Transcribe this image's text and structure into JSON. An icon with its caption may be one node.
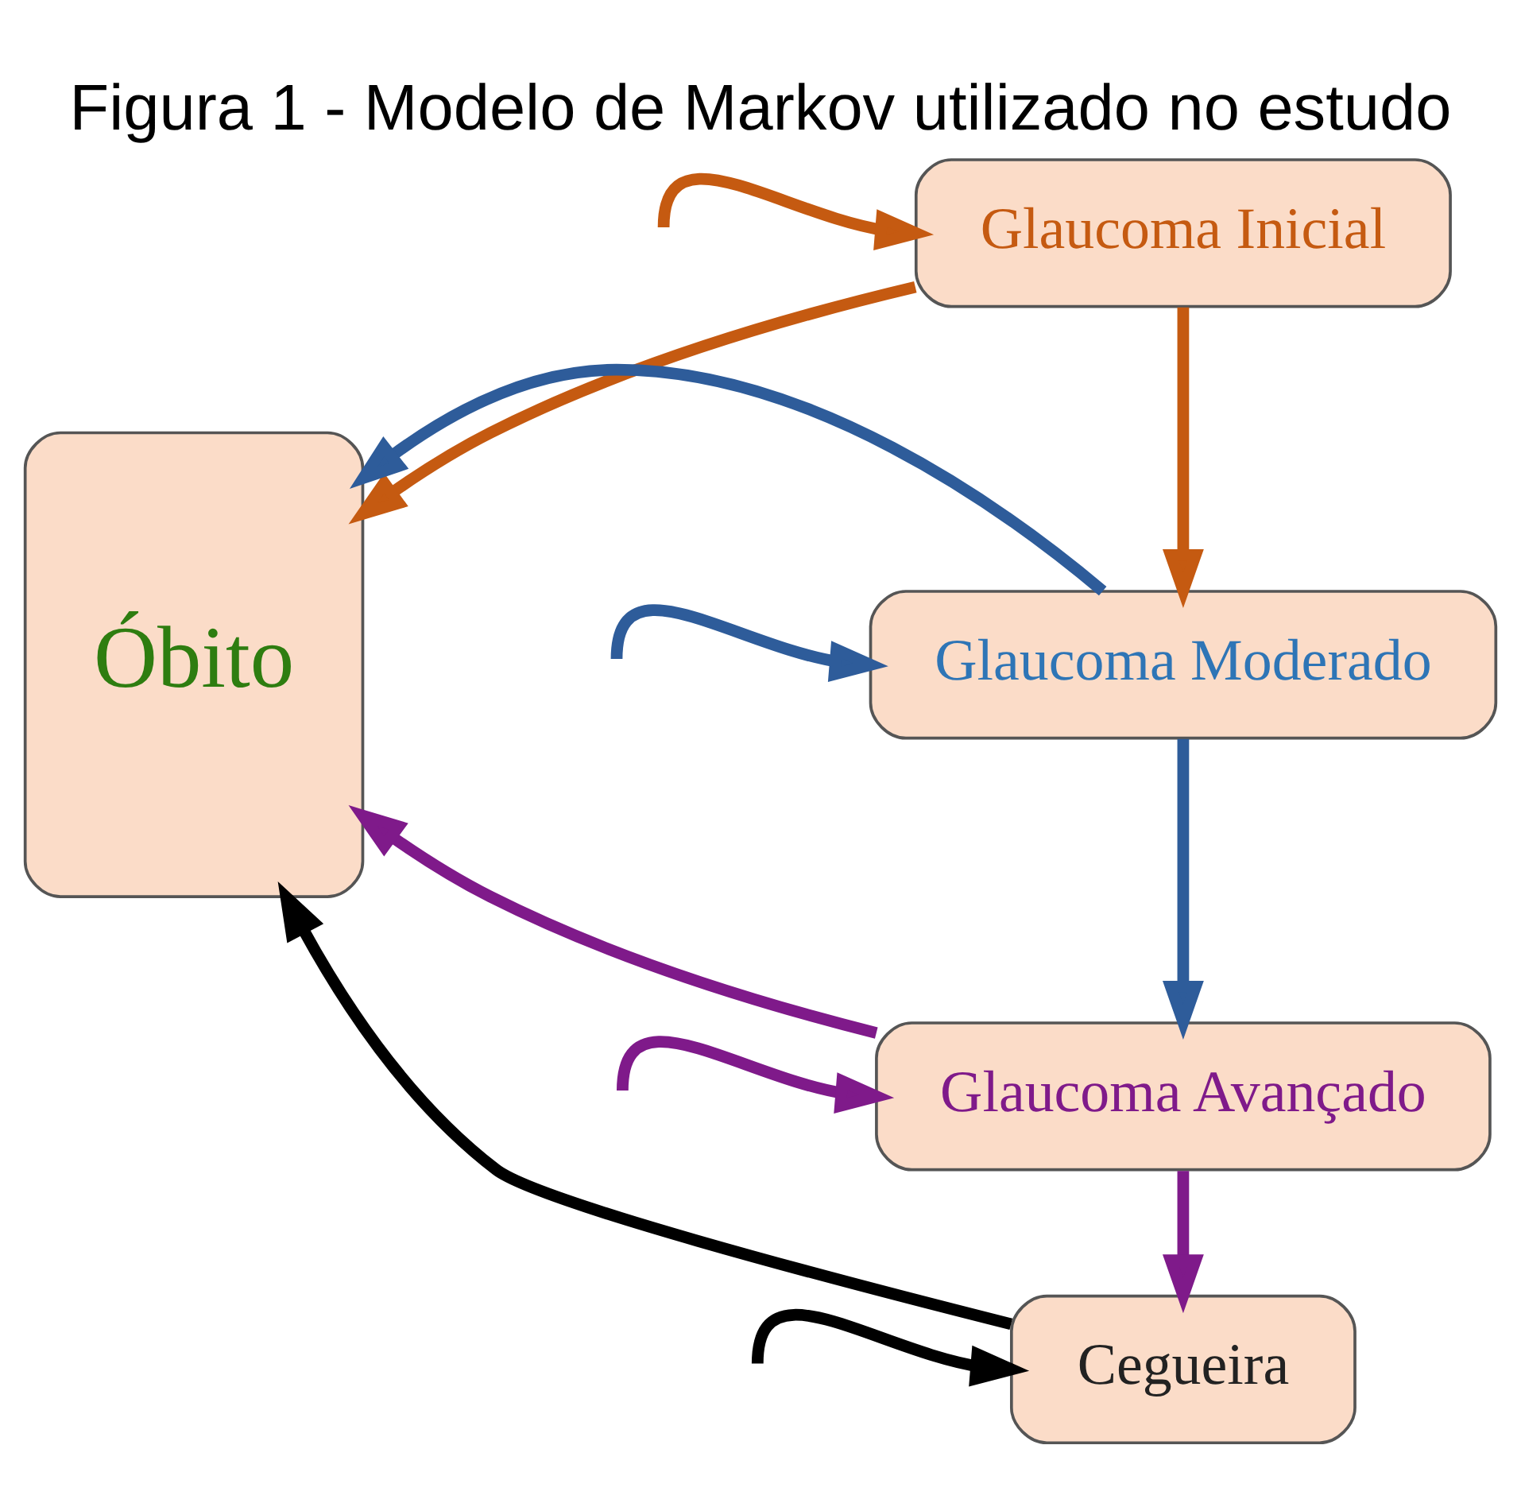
{
  "diagram": {
    "title": "Figura 1 - Modelo de Markov utilizado no estudo",
    "nodes": [
      {
        "text": [
          "Glaucoma Inicial"
        ]
      },
      {
        "text": [
          "Glaucoma Moderado"
        ]
      },
      {
        "text": [
          "Glaucoma Avançado"
        ]
      },
      {
        "text": [
          "Cegueira"
        ]
      },
      {
        "text": [
          "Óbito"
        ]
      }
    ],
    "edges": [
      {
        "from": null,
        "to": 0,
        "arrow": "to",
        "color": "#c55a11"
      },
      {
        "from": 0,
        "to": 1,
        "arrow": "to",
        "color": "#c55a11"
      },
      {
        "from": 0,
        "to": 4,
        "arrow": "to",
        "color": "#c55a11"
      },
      {
        "from": null,
        "to": 1,
        "arrow": "to",
        "color": "#2e5c9a"
      },
      {
        "from": 1,
        "to": 2,
        "arrow": "to",
        "color": "#2e5c9a"
      },
      {
        "from": 1,
        "to": 4,
        "arrow": "to",
        "color": "#2e5c9a"
      },
      {
        "from": null,
        "to": 2,
        "arrow": "to",
        "color": "#7f1a8a"
      },
      {
        "from": 2,
        "to": 3,
        "arrow": "to",
        "color": "#7f1a8a"
      },
      {
        "from": 2,
        "to": 4,
        "arrow": "to",
        "color": "#7f1a8a"
      },
      {
        "from": null,
        "to": 3,
        "arrow": "to",
        "color": "#000000"
      },
      {
        "from": 3,
        "to": 4,
        "arrow": "to",
        "color": "#000000"
      }
    ]
  }
}
